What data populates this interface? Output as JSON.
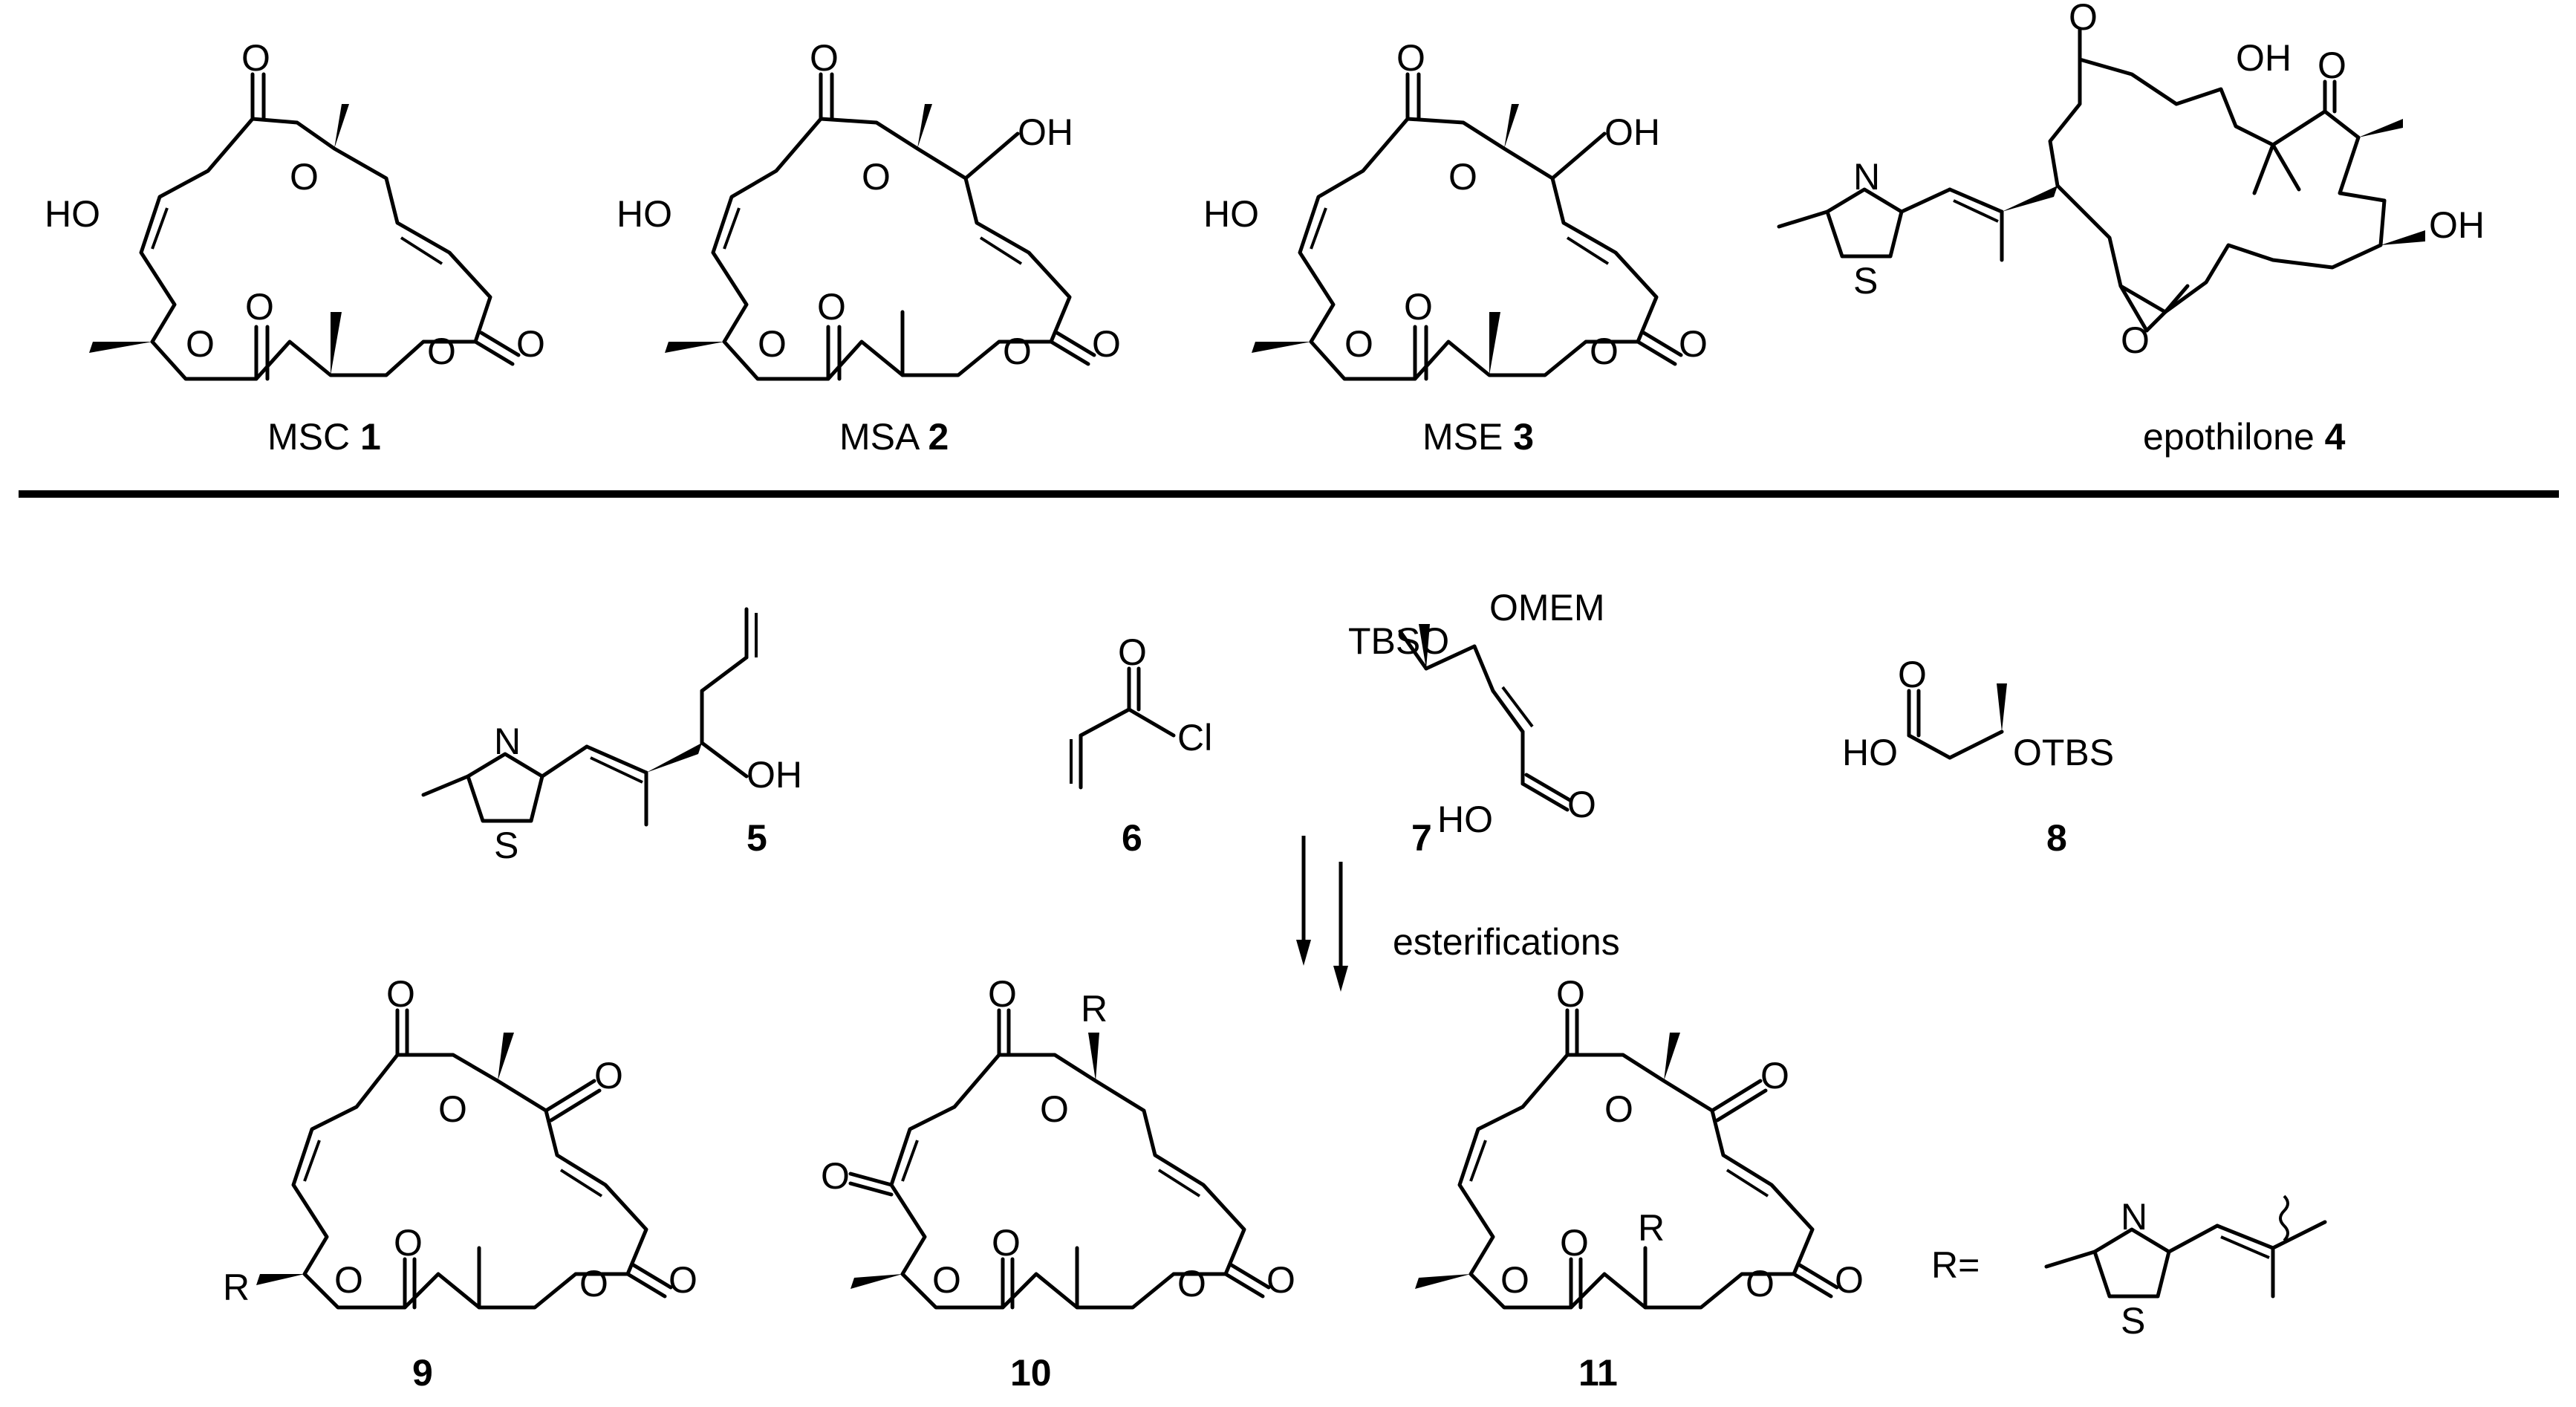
{
  "compounds_top": [
    {
      "name": "MSC",
      "number": "1"
    },
    {
      "name": "MSA",
      "number": "2"
    },
    {
      "name": "MSE",
      "number": "3"
    },
    {
      "name": "epothilone",
      "number": "4"
    }
  ],
  "reagents": [
    {
      "number": "5"
    },
    {
      "number": "6"
    },
    {
      "number": "7"
    },
    {
      "number": "8"
    }
  ],
  "arrow_label": "esterifications",
  "products": [
    {
      "number": "9"
    },
    {
      "number": "10"
    },
    {
      "number": "11"
    }
  ],
  "r_definition_label": "R=",
  "atom_labels": {
    "O": "O",
    "HO": "HO",
    "OH": "OH",
    "N": "N",
    "S": "S",
    "Cl": "Cl",
    "R": "R",
    "TBSO": "TBSO",
    "OMEM": "OMEM",
    "OTBS": "OTBS"
  }
}
